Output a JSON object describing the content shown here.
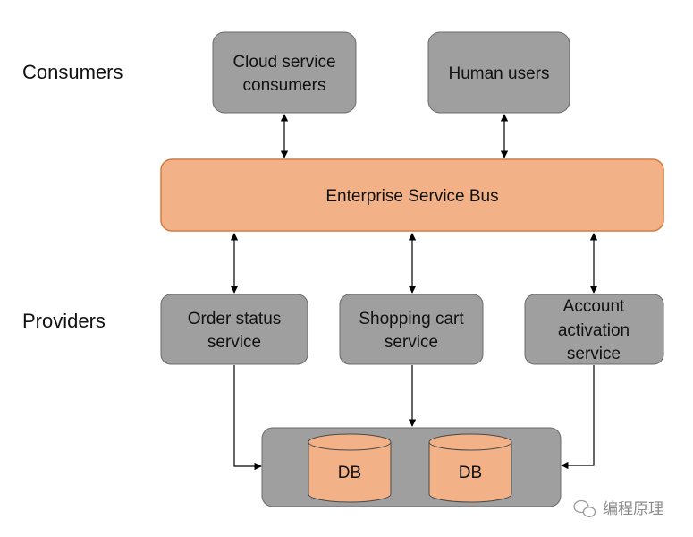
{
  "rows": {
    "consumers_label": "Consumers",
    "providers_label": "Providers"
  },
  "consumers": {
    "cloud": [
      "Cloud service",
      "consumers"
    ],
    "human": "Human users"
  },
  "bus": {
    "label": "Enterprise Service Bus"
  },
  "providers": {
    "order": [
      "Order status",
      "service"
    ],
    "cart": [
      "Shopping cart",
      "service"
    ],
    "account": [
      "Account",
      "activation",
      "service"
    ]
  },
  "storage": {
    "db1": "DB",
    "db2": "DB"
  },
  "watermark": {
    "text": "编程原理",
    "icon": "wechat-icon"
  },
  "colors": {
    "box_fill": "#9f9f9f",
    "box_stroke": "#6b6b6b",
    "bus_fill": "#f2b186",
    "bus_stroke": "#d47a3f",
    "db_fill": "#f2b186",
    "db_stroke": "#4a4a4a"
  }
}
